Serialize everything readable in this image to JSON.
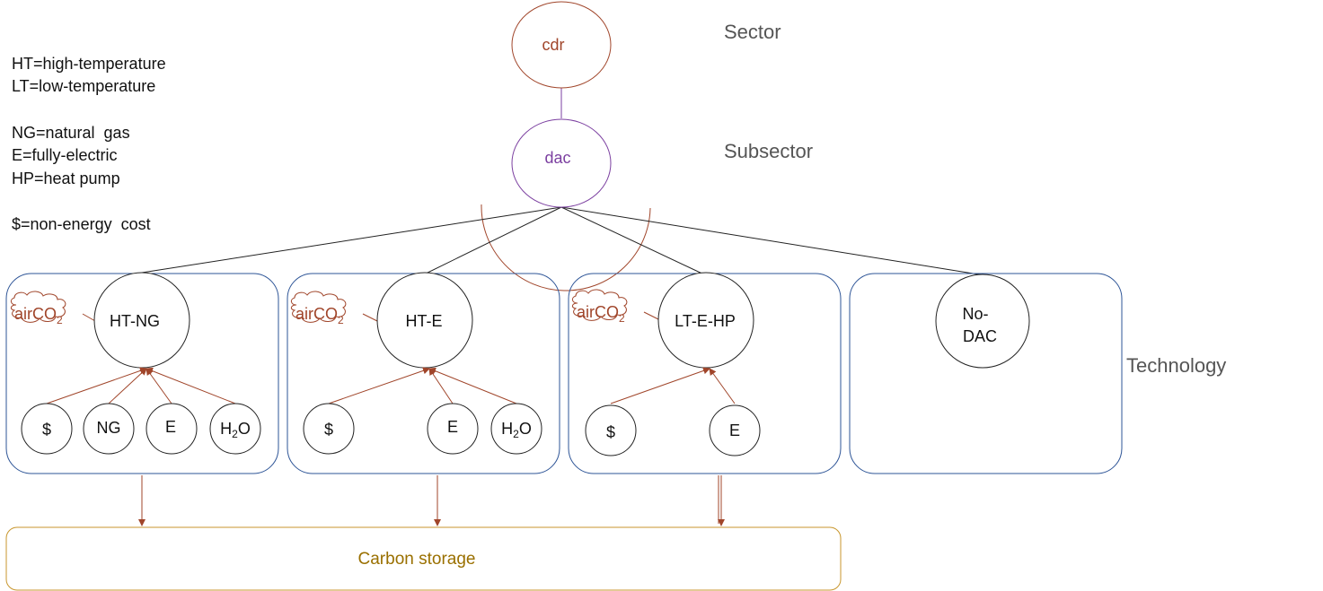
{
  "legend": [
    "HT=high-temperature",
    "LT=low-temperature",
    "NG=natural  gas",
    "E=fully-electric",
    "HP=heat pump",
    "$=non-energy  cost"
  ],
  "layers": {
    "sector": "Sector",
    "subsector": "Subsector",
    "technology": "Technology"
  },
  "sector": "cdr",
  "subsector": "dac",
  "technologies": [
    {
      "name": "HT-NG",
      "cloud": {
        "main": "airCO",
        "sub": "2"
      },
      "inputs": [
        {
          "label": "$"
        },
        {
          "label": "NG"
        },
        {
          "label": "E"
        },
        {
          "label": "H",
          "sub": "2",
          "tail": "O"
        }
      ]
    },
    {
      "name": "HT-E",
      "cloud": {
        "main": "airCO",
        "sub": "2"
      },
      "inputs": [
        {
          "label": "$"
        },
        {
          "label": "E"
        },
        {
          "label": "H",
          "sub": "2",
          "tail": "O"
        }
      ]
    },
    {
      "name": "LT-E-HP",
      "cloud": {
        "main": "airCO",
        "sub": "2"
      },
      "inputs": [
        {
          "label": "$"
        },
        {
          "label": "E"
        }
      ]
    },
    {
      "name_lines": [
        "No-",
        "DAC"
      ]
    }
  ],
  "storage": "Carbon storage",
  "colors": {
    "sector": "#a0452a",
    "subsector": "#7b3fa0",
    "box": "#2e5597",
    "arrow": "#a0452a",
    "storage": "#c8962c",
    "storage_text": "#9a7000",
    "line": "#222222"
  }
}
